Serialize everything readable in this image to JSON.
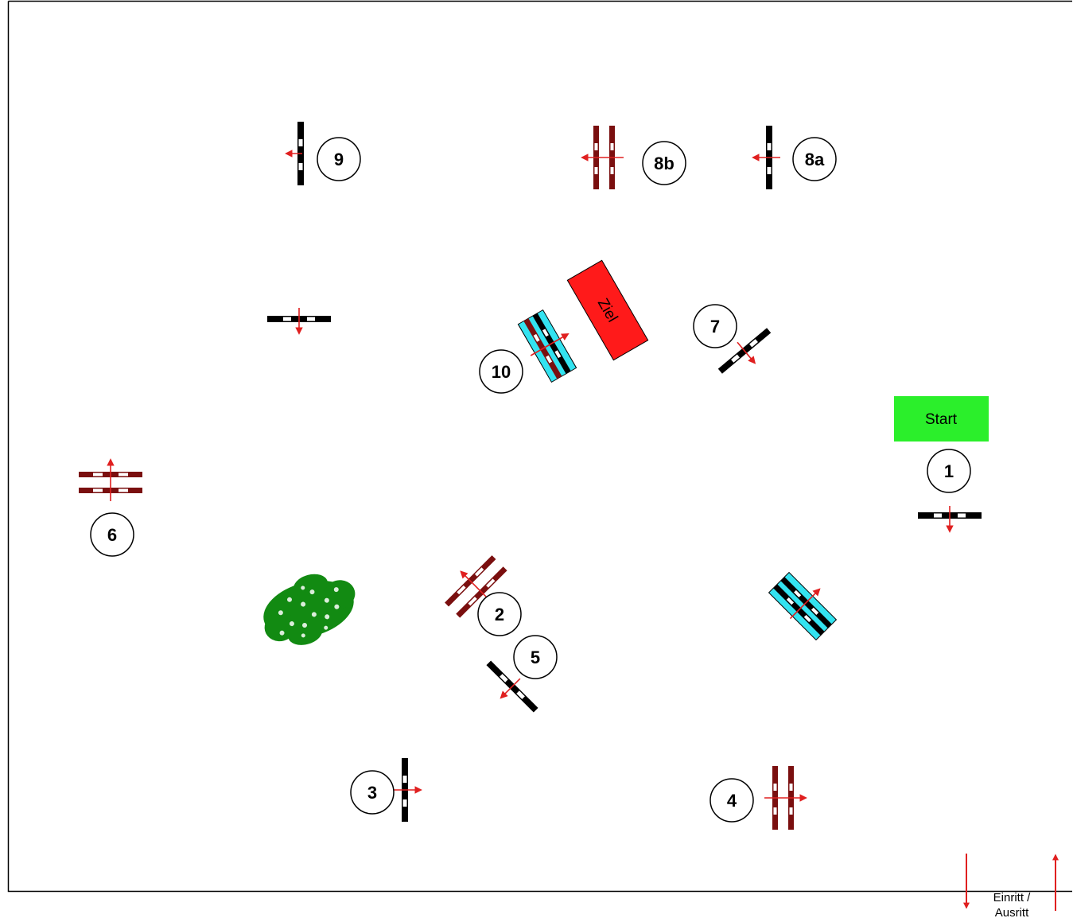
{
  "labels": {
    "start": "Start",
    "ziel": "Ziel",
    "entry_line1": "Einritt /",
    "entry_line2": "Ausritt"
  },
  "obstacle_numbers": [
    "1",
    "2",
    "3",
    "4",
    "5",
    "6",
    "7",
    "8a",
    "8b",
    "9",
    "10"
  ],
  "colors": {
    "start_box": "#2bef2b",
    "ziel_box": "#ff1a1a",
    "arrow": "#e02020",
    "rail_black": "#000000",
    "rail_brown": "#7a0f0f",
    "water": "#33e3f0",
    "bush": "#128a12",
    "border": "#000000"
  },
  "icons": [
    "vertical-jump-icon",
    "oxer-jump-icon",
    "water-jump-icon",
    "bush-icon",
    "direction-arrow-icon",
    "entry-arrow-icon"
  ]
}
